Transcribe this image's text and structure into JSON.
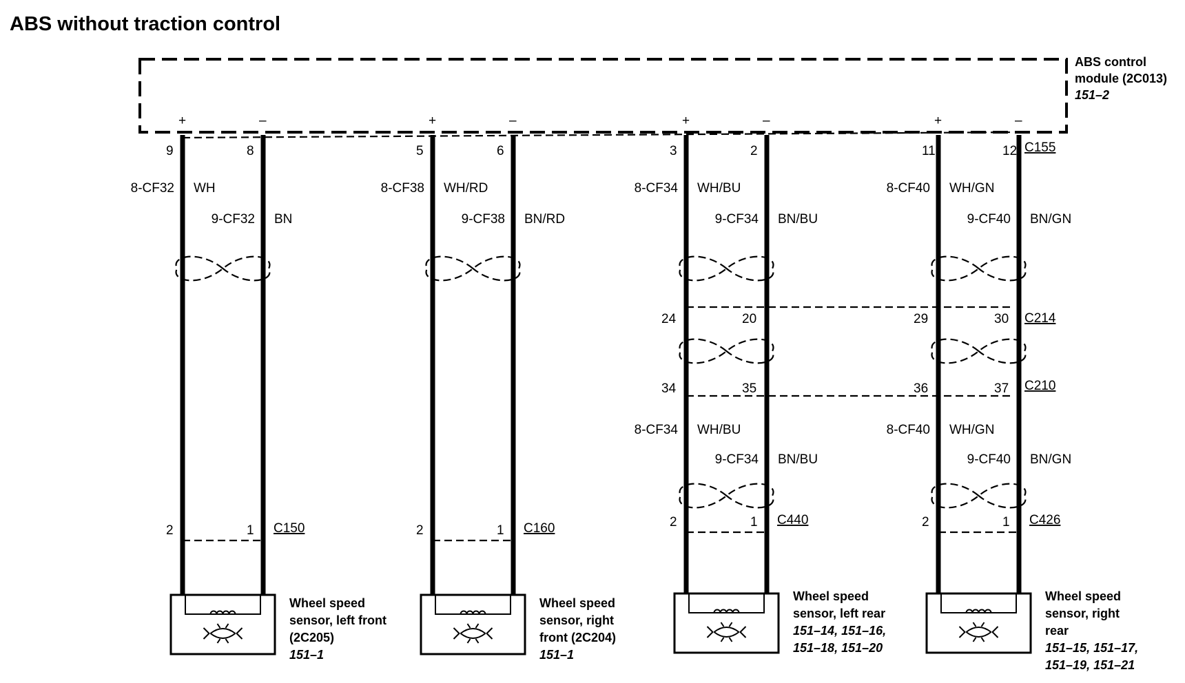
{
  "title": "ABS without traction control",
  "module": {
    "line1": "ABS control",
    "line2": "module (2C013)",
    "ref": "151–2",
    "connector": "C155"
  },
  "sensors": [
    {
      "id": "lf",
      "plus": "+",
      "minus": "–",
      "pin_pos": "9",
      "pin_neg": "8",
      "circuit_pos": "8-CF32",
      "color_pos": "WH",
      "circuit_neg": "9-CF32",
      "color_neg": "BN",
      "has_inline": false,
      "bottom_pin_pos": "2",
      "bottom_pin_neg": "1",
      "bottom_connector": "C150",
      "name_lines": [
        "Wheel speed",
        "sensor, left front",
        "(2C205)"
      ],
      "ref_lines": [
        "151–1"
      ]
    },
    {
      "id": "rf",
      "plus": "+",
      "minus": "–",
      "pin_pos": "5",
      "pin_neg": "6",
      "circuit_pos": "8-CF38",
      "color_pos": "WH/RD",
      "circuit_neg": "9-CF38",
      "color_neg": "BN/RD",
      "has_inline": false,
      "bottom_pin_pos": "2",
      "bottom_pin_neg": "1",
      "bottom_connector": "C160",
      "name_lines": [
        "Wheel speed",
        "sensor, right",
        "front (2C204)"
      ],
      "ref_lines": [
        "151–1"
      ]
    },
    {
      "id": "lr",
      "plus": "+",
      "minus": "–",
      "pin_pos": "3",
      "pin_neg": "2",
      "circuit_pos": "8-CF34",
      "color_pos": "WH/BU",
      "circuit_neg": "9-CF34",
      "color_neg": "BN/BU",
      "has_inline": true,
      "c214_pos": "24",
      "c214_neg": "20",
      "c210_pos": "34",
      "c210_neg": "35",
      "lower_circuit_pos": "8-CF34",
      "lower_color_pos": "WH/BU",
      "lower_circuit_neg": "9-CF34",
      "lower_color_neg": "BN/BU",
      "bottom_pin_pos": "2",
      "bottom_pin_neg": "1",
      "bottom_connector": "C440",
      "name_lines": [
        "Wheel speed",
        "sensor, left rear"
      ],
      "ref_lines": [
        "151–14, 151–16,",
        "151–18, 151–20"
      ]
    },
    {
      "id": "rr",
      "plus": "+",
      "minus": "–",
      "pin_pos": "11",
      "pin_neg": "12",
      "circuit_pos": "8-CF40",
      "color_pos": "WH/GN",
      "circuit_neg": "9-CF40",
      "color_neg": "BN/GN",
      "has_inline": true,
      "c214_pos": "29",
      "c214_neg": "30",
      "c210_pos": "36",
      "c210_neg": "37",
      "lower_circuit_pos": "8-CF40",
      "lower_color_pos": "WH/GN",
      "lower_circuit_neg": "9-CF40",
      "lower_color_neg": "BN/GN",
      "bottom_pin_pos": "2",
      "bottom_pin_neg": "1",
      "bottom_connector": "C426",
      "name_lines": [
        "Wheel speed",
        "sensor, right",
        "rear"
      ],
      "ref_lines": [
        "151–15, 151–17,",
        "151–19, 151–21"
      ]
    }
  ],
  "inline_connectors": {
    "c214": "C214",
    "c210": "C210"
  }
}
